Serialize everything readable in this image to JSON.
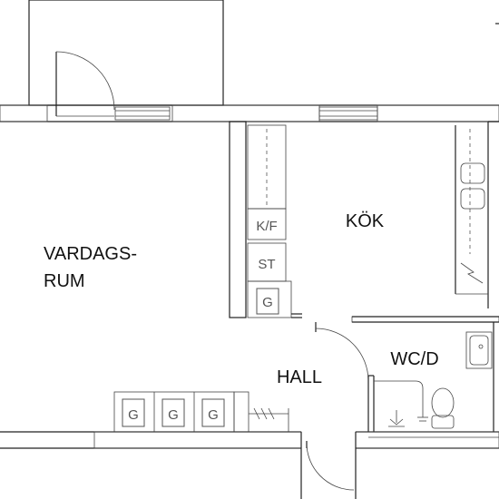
{
  "rooms": {
    "living_line1": "VARDAGS-",
    "living_line2": "RUM",
    "kitchen": "KÖK",
    "hall": "HALL",
    "bathroom": "WC/D"
  },
  "fixtures": {
    "fridge_freezer": "K/F",
    "stove": "ST",
    "kitchen_cabinet": "G",
    "wardrobe_1": "G",
    "wardrobe_2": "G",
    "wardrobe_3": "G"
  }
}
